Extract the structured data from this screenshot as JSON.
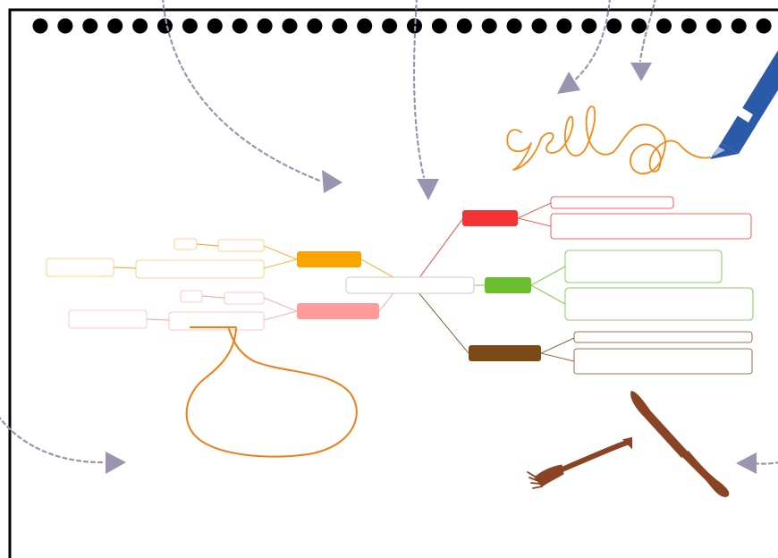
{
  "canvas": {
    "background": "#ffffff",
    "border_color": "#000000",
    "binding_color": "#000000",
    "binding_hole_count": 31
  },
  "mindmap": {
    "center": {
      "label": "",
      "color": "#c8c8c8"
    },
    "branches": [
      {
        "id": "red",
        "label": "",
        "color": "#f33333",
        "side": "right",
        "children": [
          {
            "label": ""
          },
          {
            "label": ""
          }
        ]
      },
      {
        "id": "green",
        "label": "",
        "color": "#6bbf2f",
        "side": "right",
        "children": [
          {
            "label": ""
          },
          {
            "label": ""
          }
        ]
      },
      {
        "id": "brown",
        "label": "",
        "color": "#7a4a18",
        "side": "right",
        "children": [
          {
            "label": ""
          },
          {
            "label": ""
          }
        ]
      },
      {
        "id": "orange",
        "label": "",
        "color": "#f9a400",
        "side": "left",
        "children": [
          {
            "label": "",
            "children": [
              {
                "label": ""
              }
            ]
          },
          {
            "label": "",
            "children": [
              {
                "label": ""
              }
            ]
          }
        ]
      },
      {
        "id": "pink",
        "label": "",
        "color": "#ff9b9b",
        "side": "left",
        "children": [
          {
            "label": "",
            "children": [
              {
                "label": ""
              }
            ]
          },
          {
            "label": "",
            "children": [
              {
                "label": ""
              }
            ]
          }
        ]
      }
    ]
  },
  "decorations": {
    "pen": {
      "body_color": "#2b5aa8",
      "accent_color": "#ffffff",
      "icon": "pen-icon"
    },
    "scribble": {
      "color": "#f28a1a",
      "icon": "scribble-icon"
    },
    "speech_bubble": {
      "color": "#f07c16",
      "icon": "speech-bubble-icon"
    },
    "fork": {
      "color": "#8a4424",
      "icon": "fork-icon"
    },
    "knife": {
      "color": "#8a4424",
      "icon": "knife-icon"
    },
    "arrows": {
      "color": "#9b93b0",
      "icon": "dashed-arrow-icon"
    }
  }
}
